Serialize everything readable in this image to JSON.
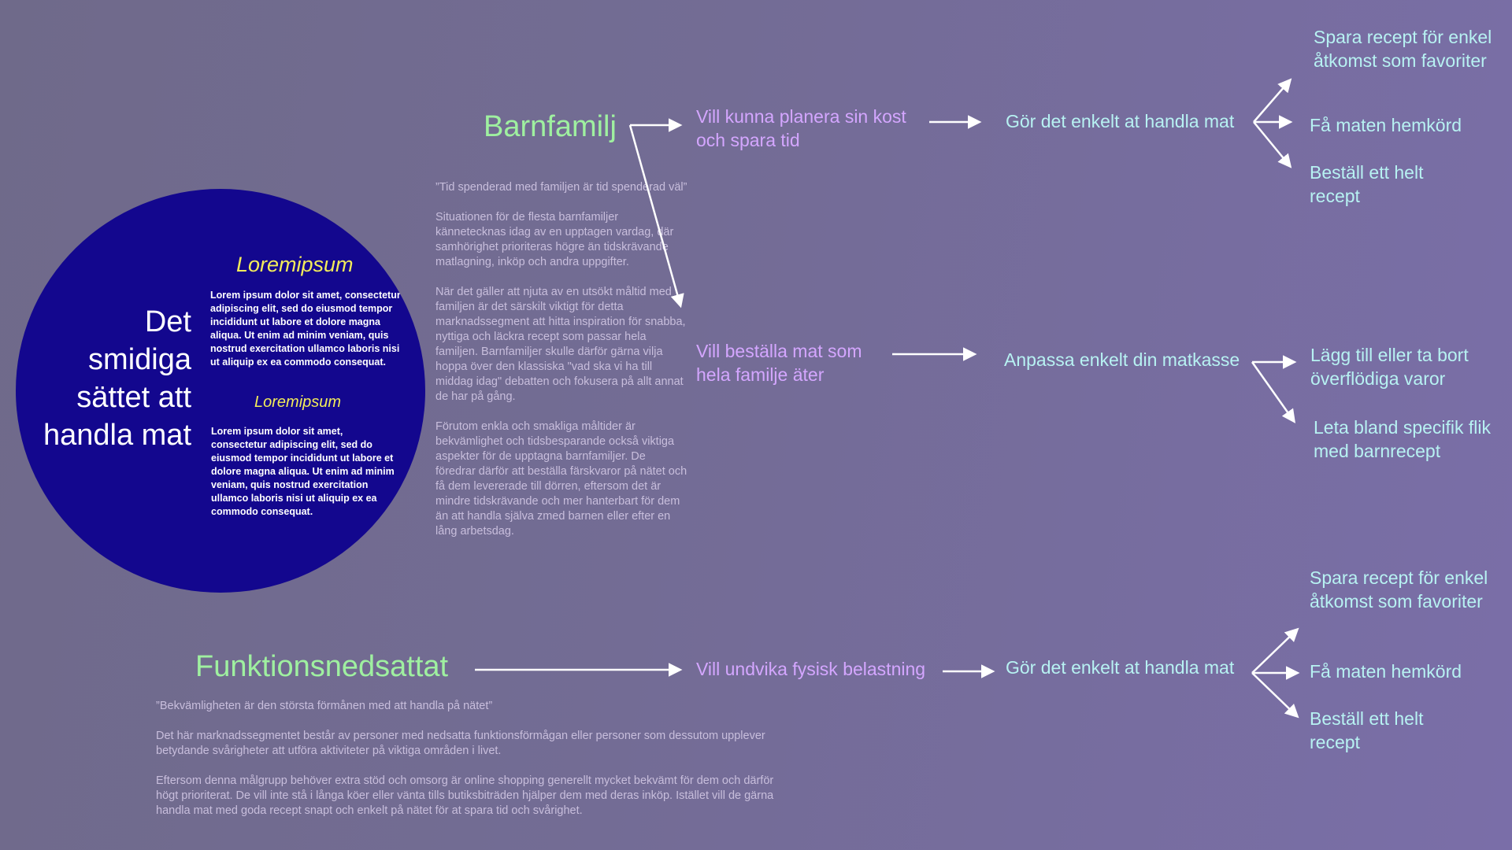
{
  "circle": {
    "slogan": "Det smidiga sättet att handla mat",
    "heading_1": "Loremipsum",
    "paragraph_1": "Lorem ipsum dolor sit amet, consectetur adipiscing elit, sed do eiusmod tempor incididunt ut labore et dolore magna aliqua. Ut enim ad minim veniam, quis nostrud exercitation ullamco laboris nisi ut aliquip ex ea commodo consequat.",
    "heading_2": "Loremipsum",
    "paragraph_2": "Lorem ipsum dolor sit amet, consectetur adipiscing elit, sed do eiusmod tempor incididunt ut labore et dolore magna aliqua. Ut enim ad minim veniam, quis nostrud exercitation ullamco laboris nisi ut aliquip ex ea commodo consequat."
  },
  "barnfamilj": {
    "title": "Barnfamilj",
    "quote": "”Tid spenderad med familjen är tid spenderad väl”",
    "paragraphs": [
      "Situationen för de flesta barnfamiljer kännetecknas idag av en upptagen vardag, där samhörighet prioriteras högre än tidskrävande matlagning, inköp och andra uppgifter.",
      "När det gäller att njuta av en utsökt måltid med familjen är det särskilt viktigt för detta marknadssegment att hitta inspiration för snabba, nyttiga och läckra recept som passar hela familjen. Barnfamiljer skulle därför gärna vilja hoppa över den klassiska \"vad ska vi ha till middag idag\" debatten och fokusera på allt annat de har på gång.",
      "Förutom enkla och smakliga måltider är bekvämlighet och tidsbesparande också viktiga aspekter för de upptagna barnfamiljer. De föredrar därför att beställa färskvaror på nätet och få dem levererade till dörren, eftersom det är mindre tidskrävande och mer hanterbart för dem än att handla själva zmed barnen eller efter en lång arbetsdag."
    ],
    "need_1": "Vill kunna planera sin kost och spara tid",
    "solution_1": "Gör det enkelt at handla mat",
    "features_1": [
      "Spara recept för enkel åtkomst som favoriter",
      "Få maten hemkörd",
      "Beställ ett helt recept"
    ],
    "need_2": "Vill beställa mat som hela familje äter",
    "solution_2": "Anpassa enkelt din matkasse",
    "features_2": [
      "Lägg till eller ta bort överflödiga varor",
      "Leta bland specifik flik med barnrecept"
    ]
  },
  "funktionsnedsattat": {
    "title": "Funktionsnedsattat",
    "quote": "”Bekvämligheten är den största förmånen med att handla på nätet”",
    "paragraphs": [
      "Det här marknadssegmentet består av personer med nedsatta funktionsförmågan eller personer som dessutom upplever betydande svårigheter att utföra aktiviteter på viktiga områden i livet.",
      "Eftersom denna målgrupp behöver extra stöd och omsorg är online shopping generellt mycket bekvämt för dem och därför högt prioriterat. De vill inte stå i långa köer eller vänta tills butiksbiträden hjälper dem med deras inköp. Istället vill de gärna handla mat med goda recept snapt och enkelt på nätet för at spara tid och svårighet."
    ],
    "need": "Vill undvika fysisk belastning",
    "solution": "Gör det enkelt at handla mat",
    "features": [
      "Spara recept för enkel åtkomst som favoriter",
      "Få maten hemkörd",
      "Beställ ett helt recept"
    ]
  },
  "colors": {
    "circle": "#13078e",
    "segment_title": "#9ff0a0",
    "need": "#d4a6ff",
    "solution": "#b7f2f2",
    "lorem_heading": "#f2ec5a",
    "arrow": "#ffffff"
  }
}
